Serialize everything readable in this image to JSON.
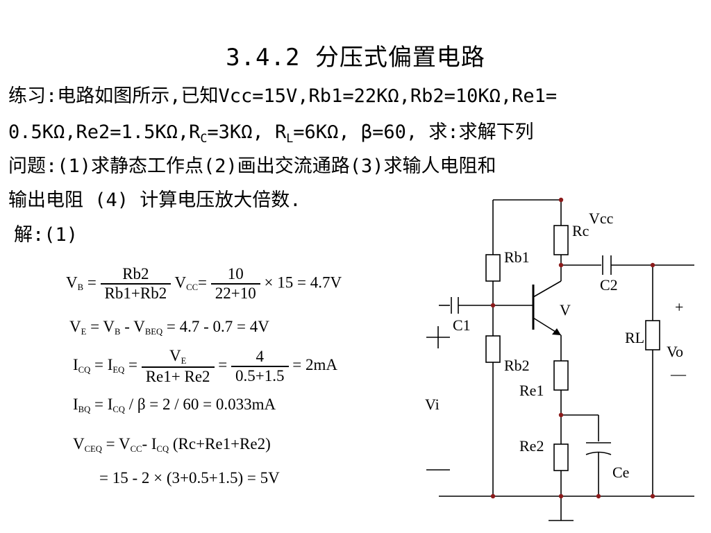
{
  "title": "3.4.2 分压式偏置电路",
  "problem": {
    "line1": "练习:电路如图所示,已知Vcc=15V,Rb1=22KΩ,Rb2=10KΩ,Re1=",
    "line2_a": "0.5KΩ,Re2=1.5KΩ,R",
    "line2_sub_c": "C",
    "line2_b": "=3KΩ, R",
    "line2_sub_l": "L",
    "line2_c": "=6KΩ, β=60, 求:求解下列",
    "line3": "问题:(1)求静态工作点(2)画出交流通路(3)求输人电阻和",
    "line4": "输出电阻 (4) 计算电压放大倍数."
  },
  "solution_label": "解:(1)",
  "equations": {
    "vb": {
      "lhs": "V",
      "lhs_sub": "B",
      "num": "Rb2",
      "den": "Rb1+Rb2",
      "mid": "V",
      "mid_sub": "CC",
      "num2": "10",
      "den2": "22+10",
      "tail": "× 15 = 4.7V"
    },
    "ve": {
      "text_a": "V",
      "sub_a": "E",
      "text_b": " = V",
      "sub_b": "B",
      "text_c": " - V",
      "sub_c": "BEQ",
      "text_d": " = 4.7 - 0.7 = 4V"
    },
    "icq": {
      "lhs": "I",
      "lhs_sub": "CQ",
      "eq1": " = I",
      "eq1_sub": "EQ",
      "num": "V",
      "num_sub": "E",
      "den": "Re1+ Re2",
      "num2": "4",
      "den2": "0.5+1.5",
      "tail": "2mA"
    },
    "ibq": {
      "lhs": "I",
      "lhs_sub": "BQ",
      "eq1": " = I",
      "eq1_sub": "CQ",
      "tail": " / β = 2 / 60 = 0.033mA"
    },
    "vceq": {
      "lhs": "V",
      "lhs_sub": "CEQ",
      "eq1": " = V",
      "eq1_sub": "CC",
      "eq2": "- I",
      "eq2_sub": "CQ",
      "tail": " (Rc+Re1+Re2)"
    },
    "vceq2": "= 15 - 2 × (3+0.5+1.5) = 5V"
  },
  "circuit": {
    "labels": {
      "vcc": "Vcc",
      "rc": "Rc",
      "rb1": "Rb1",
      "c2": "C2",
      "v": "V",
      "c1": "C1",
      "plus_out": "+",
      "rl": "RL",
      "vo": "Vo",
      "rb2": "Rb2",
      "minus_out": "—",
      "re1": "Re1",
      "vi": "Vi",
      "re2": "Re2",
      "ce": "Ce",
      "plus_in": "+",
      "minus_in": "—"
    }
  }
}
